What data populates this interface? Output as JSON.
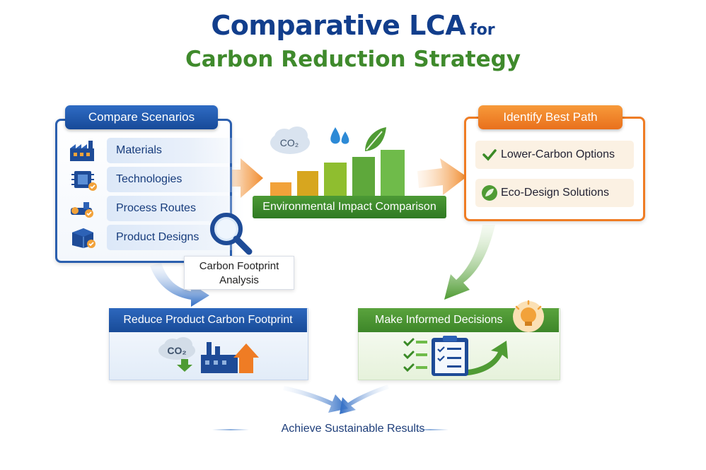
{
  "title": {
    "main": "Comparative LCA",
    "connector": "for",
    "subtitle": "Carbon Reduction Strategy"
  },
  "compare": {
    "heading": "Compare Scenarios",
    "items": [
      "Materials",
      "Technologies",
      "Process Routes",
      "Product Designs"
    ]
  },
  "impact": {
    "icon_text": "CO₂",
    "label": "Environmental Impact Comparison"
  },
  "best_path": {
    "heading": "Identify Best Path",
    "options": [
      "Lower-Carbon Options",
      "Eco-Design Solutions"
    ]
  },
  "callout": {
    "line1": "Carbon Footprint",
    "line2": "Analysis"
  },
  "reduce": {
    "heading": "Reduce Product Carbon Footprint",
    "icon_text": "CO₂"
  },
  "decide": {
    "heading": "Make Informed Decisions"
  },
  "final": {
    "label": "Achieve Sustainable Results"
  },
  "colors": {
    "navy": "#123e8c",
    "green": "#3f8a2c",
    "orange": "#ef7c24",
    "blue": "#2b5fae"
  }
}
